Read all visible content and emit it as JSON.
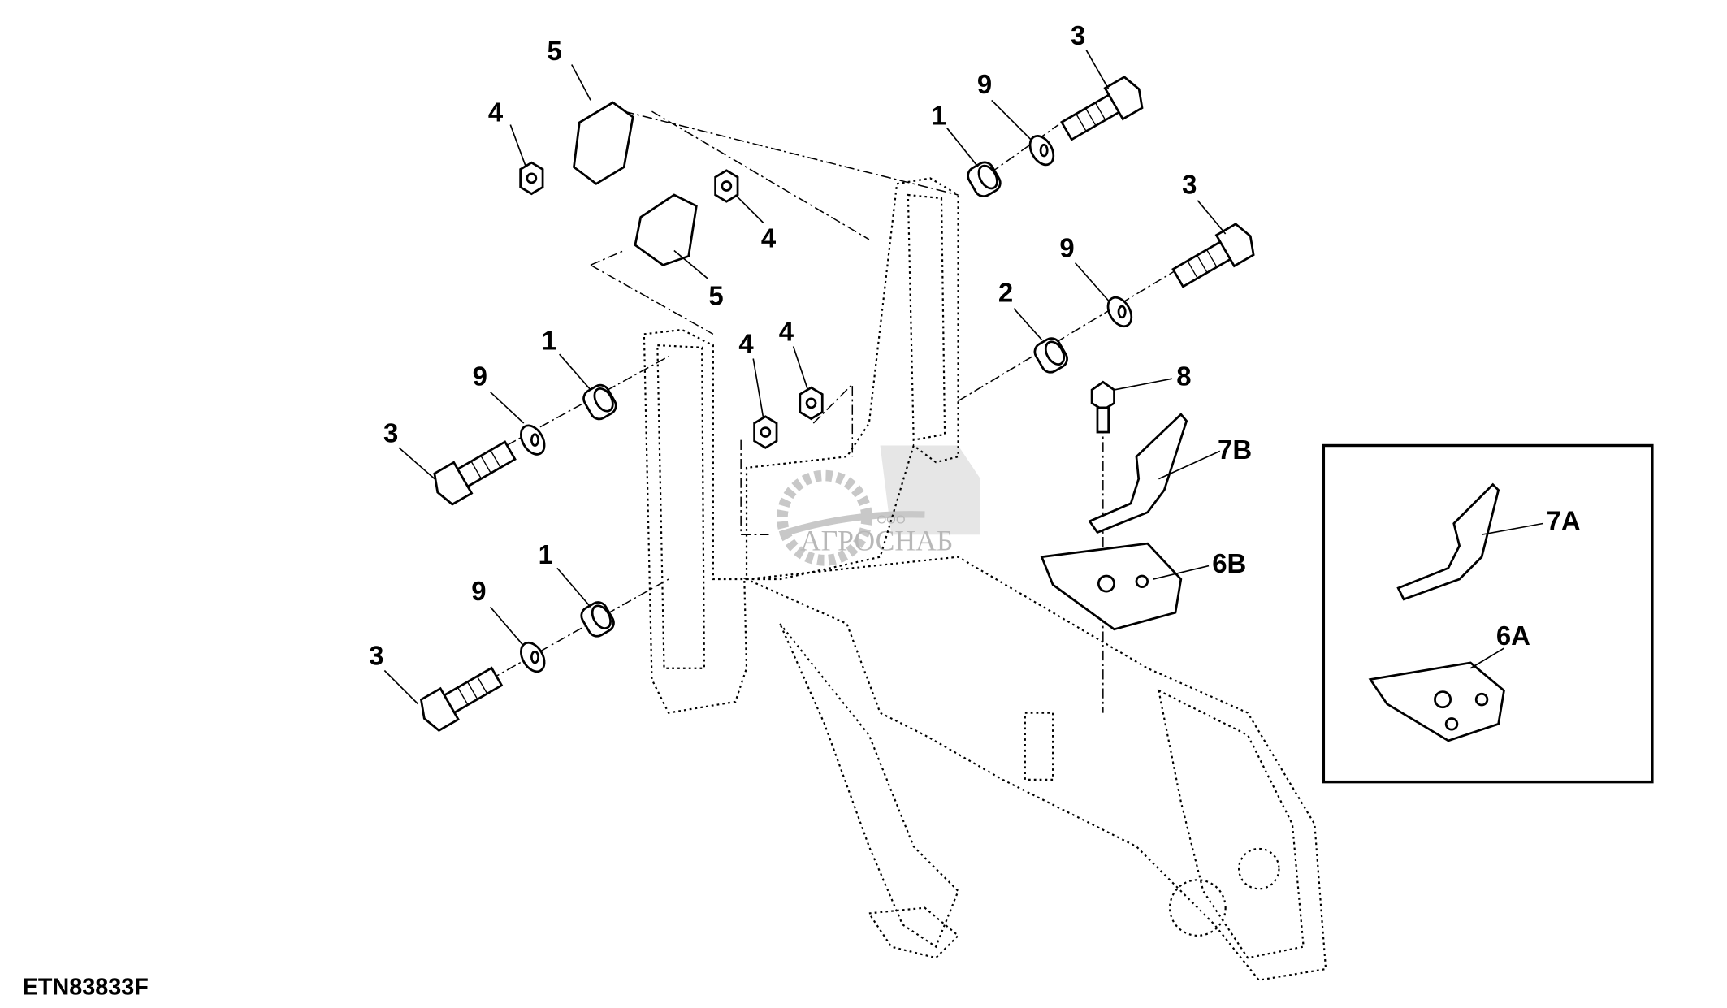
{
  "figure_code": "ETN83833F",
  "watermark": {
    "prefix": "ООО",
    "name": "АГРОСНАБ"
  },
  "callouts": [
    {
      "id": "c5a",
      "text": "5"
    },
    {
      "id": "c4a",
      "text": "4"
    },
    {
      "id": "c5b",
      "text": "5"
    },
    {
      "id": "c4b",
      "text": "4"
    },
    {
      "id": "c3a",
      "text": "3"
    },
    {
      "id": "c9a",
      "text": "9"
    },
    {
      "id": "c1a",
      "text": "1"
    },
    {
      "id": "c3b",
      "text": "3"
    },
    {
      "id": "c9b",
      "text": "9"
    },
    {
      "id": "c2",
      "text": "2"
    },
    {
      "id": "c1b",
      "text": "1"
    },
    {
      "id": "c9c",
      "text": "9"
    },
    {
      "id": "c3c",
      "text": "3"
    },
    {
      "id": "c4c",
      "text": "4"
    },
    {
      "id": "c4d",
      "text": "4"
    },
    {
      "id": "c8",
      "text": "8"
    },
    {
      "id": "c7b",
      "text": "7B"
    },
    {
      "id": "c6b",
      "text": "6B"
    },
    {
      "id": "c1c",
      "text": "1"
    },
    {
      "id": "c9d",
      "text": "9"
    },
    {
      "id": "c3d",
      "text": "3"
    },
    {
      "id": "c7a",
      "text": "7A"
    },
    {
      "id": "c6a",
      "text": "6A"
    }
  ]
}
